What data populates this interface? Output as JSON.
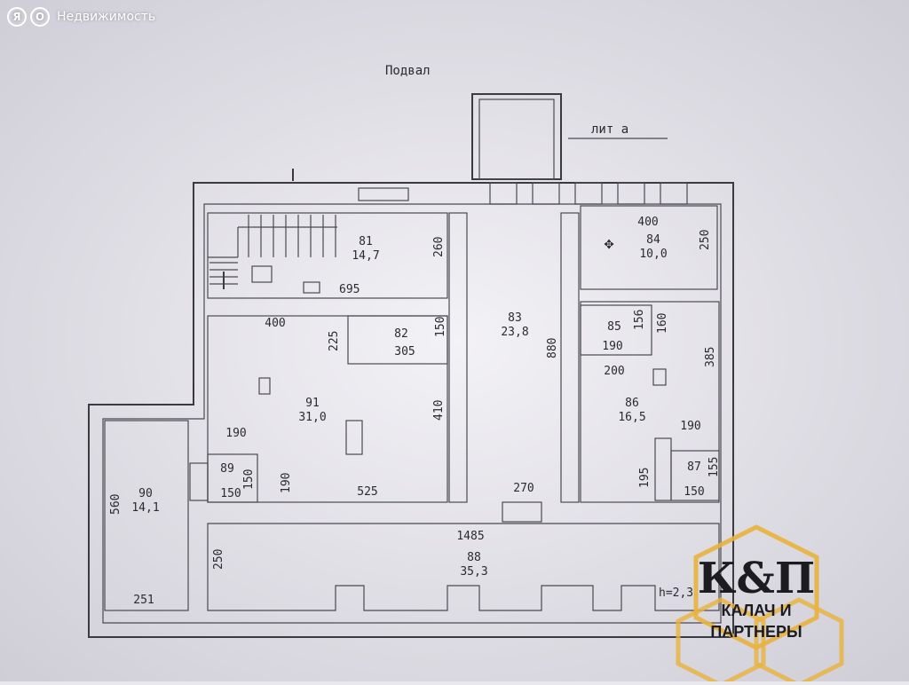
{
  "source_badge": {
    "logo_letter_1": "Я",
    "logo_letter_2": "О",
    "label": "Недвижимость"
  },
  "plan": {
    "floor_title": "Подвал",
    "annex_label": "лит а",
    "height_note": "h=2,3",
    "rooms": {
      "r81": {
        "number": "81",
        "area": "14,7"
      },
      "r82": {
        "number": "82",
        "area": "305"
      },
      "r83": {
        "number": "83",
        "area": "23,8"
      },
      "r84": {
        "number": "84",
        "area": "10,0"
      },
      "r85": {
        "number": "85",
        "area": "190"
      },
      "r86": {
        "number": "86",
        "area": "16,5"
      },
      "r87": {
        "number": "87",
        "area": "150"
      },
      "r88": {
        "number": "88",
        "area": "35,3"
      },
      "r89": {
        "number": "89",
        "area": "150"
      },
      "r90": {
        "number": "90",
        "area": "14,1"
      },
      "r91": {
        "number": "91",
        "area": "31,0"
      }
    },
    "dimensions": {
      "d400_top": "400",
      "d250_right": "250",
      "d260": "260",
      "d695": "695",
      "d400_left": "400",
      "d225": "225",
      "d150_mid": "150",
      "d156": "156",
      "d160": "160",
      "d880": "880",
      "d200": "200",
      "d385": "385",
      "d410": "410",
      "d190_86": "190",
      "d190_91": "190",
      "d190_89": "190",
      "d150_89": "150",
      "d525": "525",
      "d270": "270",
      "d195": "195",
      "d155": "155",
      "d560": "560",
      "d1485": "1485",
      "d250_left": "250",
      "d251": "251"
    }
  },
  "watermark": {
    "monogram": "К&П",
    "line1": "КАЛАЧ И",
    "line2": "ПАРТНЕРЫ",
    "color": "#e8b33c"
  }
}
